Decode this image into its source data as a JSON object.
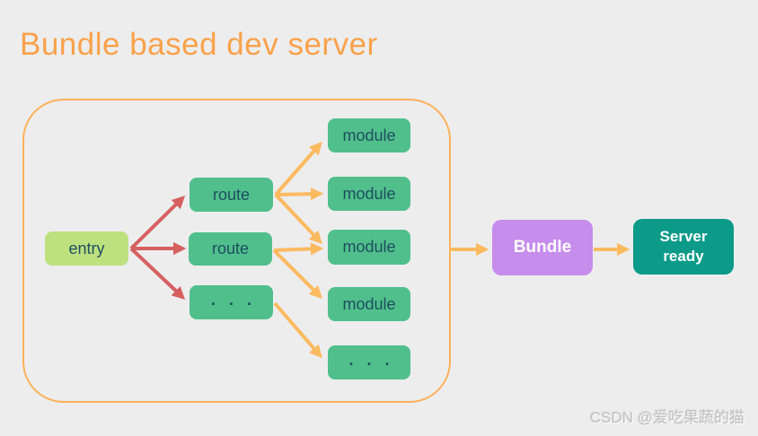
{
  "title": "Bundle based dev server",
  "watermark": "CSDN @爱吃果蔬的猫",
  "colors": {
    "background": "#ededee",
    "title": "#f9a24b",
    "container_border": "#fcb159",
    "entry_bg": "#bee180",
    "node_bg": "#50bf8c",
    "node_text": "#1d4f5f",
    "bundle_bg": "#c68dec",
    "server_bg": "#0c9a89",
    "red_arrow": "#d66060",
    "orange_arrow": "#fcba60",
    "white_text": "#ffffff",
    "watermark_text": "#c3c3c3"
  },
  "diagram": {
    "entry": {
      "label": "entry"
    },
    "routes": [
      {
        "label": "route"
      },
      {
        "label": "route"
      },
      {
        "label": ". . ."
      }
    ],
    "modules": [
      {
        "label": "module"
      },
      {
        "label": "module"
      },
      {
        "label": "module"
      },
      {
        "label": "module"
      },
      {
        "label": ". . ."
      }
    ],
    "bundle": {
      "label": "Bundle"
    },
    "server": {
      "label": "Server ready"
    }
  }
}
